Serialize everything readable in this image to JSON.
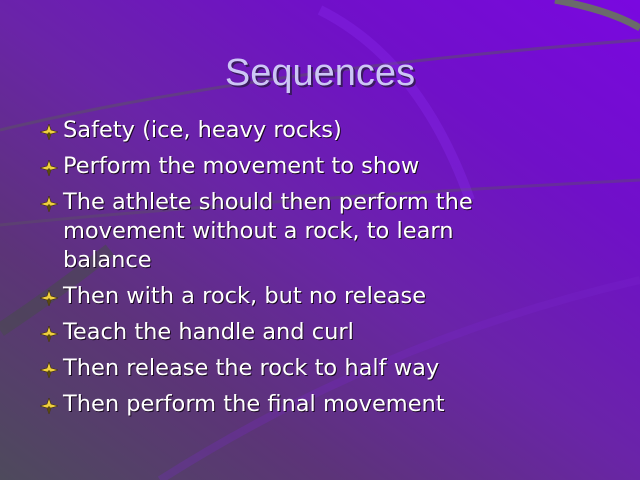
{
  "slide": {
    "title": "Sequences",
    "bullets": [
      {
        "text": "Safety (ice, heavy rocks)"
      },
      {
        "text": "Perform the movement to show"
      },
      {
        "text": "The athlete should then perform the movement without a rock, to learn balance"
      },
      {
        "text": "Then with a rock, but no release"
      },
      {
        "text": "Teach the handle and curl"
      },
      {
        "text": "Then release the rock to half way"
      },
      {
        "text": "Then perform the final movement"
      }
    ],
    "bullet_icon": "gold-star-diamond-icon",
    "colors": {
      "title": "#cdc6f6",
      "text": "#ffffff",
      "bullet_gold": "#f0d040",
      "bg_top_right": "#7a08e0",
      "bg_bottom_left": "#4e4a5c"
    }
  }
}
